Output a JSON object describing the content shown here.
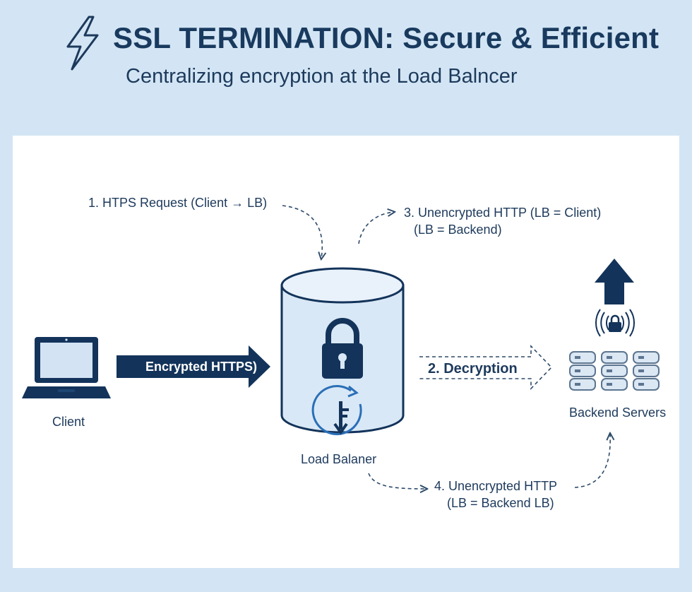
{
  "header": {
    "title": "SSL TERMINATION: Secure & Efficient",
    "subtitle": "Centralizing encryption at the Load Balncer",
    "icon": "lightning-bolt-icon"
  },
  "diagram": {
    "nodes": {
      "client": "Client",
      "load_balancer": "Load Balaner",
      "backend": "Backend Servers"
    },
    "arrows": {
      "encrypted": "Encrypted HTTPS)"
    },
    "steps": {
      "step1": "1. HTPS Request (Client → LB)",
      "step2": "2. Decryption",
      "step3_line1": "3. Unencrypted HTTP (LB = Client)",
      "step3_line2": "(LB = Backend)",
      "step4_line1": "4. Unencrypted HTTP",
      "step4_line2": "(LB = Backend LB)"
    },
    "colors": {
      "navy": "#13335a",
      "cylinder_fill": "#d9e8f6",
      "accent_blue": "#2a6fb8",
      "background": "#d3e5f4"
    }
  }
}
